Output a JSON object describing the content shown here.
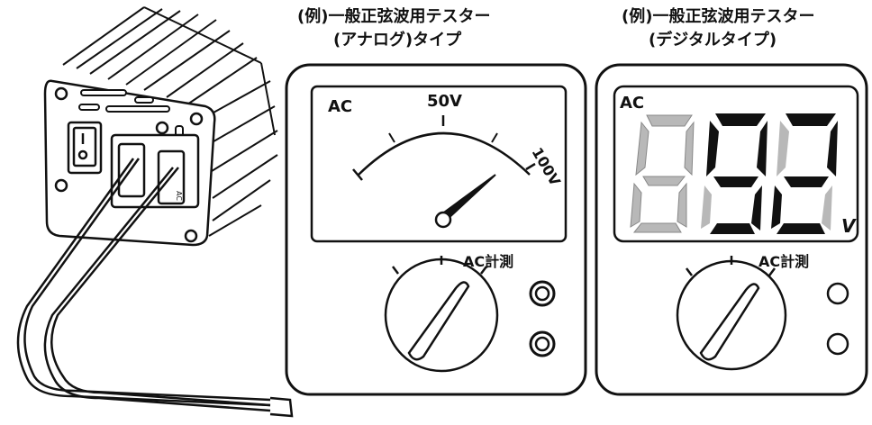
{
  "captions": {
    "analog_line1": "(例)一般正弦波用テスター",
    "analog_line2": "(アナログ)タイプ",
    "digital_line1": "(例)一般正弦波用テスター",
    "digital_line2": "(デジタルタイプ)"
  },
  "analog_tester": {
    "mode_label": "AC",
    "scale_mid": "50V",
    "scale_max": "100V",
    "dial_label": "AC計測"
  },
  "digital_tester": {
    "mode_label": "AC",
    "reading": "92",
    "unit": "V",
    "dial_label": "AC計測"
  },
  "icons": [
    "inverter-device-icon",
    "test-lead-icon",
    "dial-knob-icon",
    "probe-jack-icon",
    "needle-icon"
  ]
}
